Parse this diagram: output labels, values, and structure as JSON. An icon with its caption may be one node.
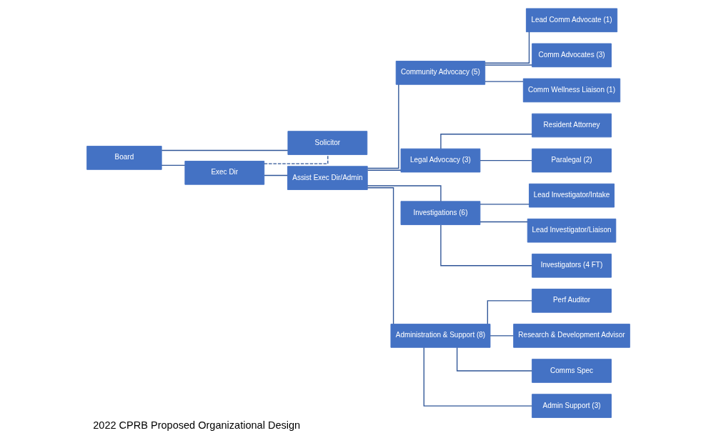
{
  "diagram": {
    "title": "2022 CPRB Proposed Organizational Design",
    "nodes": [
      {
        "text": [
          "Board"
        ]
      },
      {
        "text": [
          "Exec Dir"
        ]
      },
      {
        "text": [
          "Solicitor"
        ]
      },
      {
        "text": [
          "Assist Exec Dir/Admin"
        ]
      },
      {
        "text": [
          "Community Advocacy (5)"
        ]
      },
      {
        "text": [
          "Lead Comm Advocate (1)"
        ]
      },
      {
        "text": [
          "Comm Advocates (3)"
        ]
      },
      {
        "text": [
          "Comm Wellness Liaison (1)"
        ]
      },
      {
        "text": [
          "Legal Advocacy (3)"
        ]
      },
      {
        "text": [
          "Resident Attorney"
        ]
      },
      {
        "text": [
          "Paralegal (2)"
        ]
      },
      {
        "text": [
          "Investigations (6)"
        ]
      },
      {
        "text": [
          "Lead Investigator/Intake"
        ]
      },
      {
        "text": [
          "Lead Investigator/Liaison"
        ]
      },
      {
        "text": [
          "Investigators (4 FT)"
        ]
      },
      {
        "text": [
          "Administration & Support (8)"
        ]
      },
      {
        "text": [
          "Perf Auditor"
        ]
      },
      {
        "text": [
          "Research & Development Advisor"
        ]
      },
      {
        "text": [
          "Comms Spec"
        ]
      },
      {
        "text": [
          "Admin Support (3)"
        ]
      }
    ],
    "edges": [
      {
        "from": 0,
        "to": 1,
        "arrow": "none"
      },
      {
        "from": 0,
        "to": 2,
        "arrow": "none"
      },
      {
        "from": 1,
        "to": 2,
        "arrow": "none",
        "style": "dashed"
      },
      {
        "from": 1,
        "to": 3,
        "arrow": "none"
      },
      {
        "from": 3,
        "to": 4,
        "arrow": "none"
      },
      {
        "from": 3,
        "to": 8,
        "arrow": "none"
      },
      {
        "from": 3,
        "to": 11,
        "arrow": "none"
      },
      {
        "from": 3,
        "to": 15,
        "arrow": "none"
      },
      {
        "from": 4,
        "to": 5,
        "arrow": "none"
      },
      {
        "from": 4,
        "to": 6,
        "arrow": "none"
      },
      {
        "from": 4,
        "to": 7,
        "arrow": "none"
      },
      {
        "from": 8,
        "to": 9,
        "arrow": "none"
      },
      {
        "from": 8,
        "to": 10,
        "arrow": "none"
      },
      {
        "from": 11,
        "to": 12,
        "arrow": "none"
      },
      {
        "from": 11,
        "to": 13,
        "arrow": "none"
      },
      {
        "from": 11,
        "to": 14,
        "arrow": "none"
      },
      {
        "from": 15,
        "to": 16,
        "arrow": "none"
      },
      {
        "from": 15,
        "to": 17,
        "arrow": "none"
      },
      {
        "from": 15,
        "to": 18,
        "arrow": "none"
      },
      {
        "from": 15,
        "to": 19,
        "arrow": "none"
      }
    ]
  }
}
